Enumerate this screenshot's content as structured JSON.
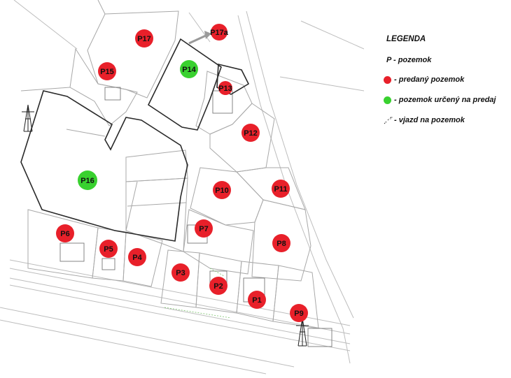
{
  "legend": {
    "title": "LEGENDA",
    "subtitle": "P - pozemok",
    "items": [
      {
        "label": "- predaný pozemok",
        "color": "#e8202a"
      },
      {
        "label": "- pozemok určený na predaj",
        "color": "#39d12f"
      },
      {
        "label": "- vjazd na pozemok",
        "icon": "access-arrow-icon"
      }
    ]
  },
  "colors": {
    "sold": "#e8202a",
    "for_sale": "#39d12f",
    "boundary": "#2a2a2a"
  },
  "parcels": [
    {
      "id": "P17",
      "status": "sold"
    },
    {
      "id": "P17a",
      "status": "sold"
    },
    {
      "id": "P15",
      "status": "sold"
    },
    {
      "id": "P14",
      "status": "for_sale"
    },
    {
      "id": "P13",
      "status": "sold"
    },
    {
      "id": "P12",
      "status": "sold"
    },
    {
      "id": "P16",
      "status": "for_sale"
    },
    {
      "id": "P10",
      "status": "sold"
    },
    {
      "id": "P11",
      "status": "sold"
    },
    {
      "id": "P7",
      "status": "sold"
    },
    {
      "id": "P8",
      "status": "sold"
    },
    {
      "id": "P6",
      "status": "sold"
    },
    {
      "id": "P5",
      "status": "sold"
    },
    {
      "id": "P4",
      "status": "sold"
    },
    {
      "id": "P3",
      "status": "sold"
    },
    {
      "id": "P2",
      "status": "sold"
    },
    {
      "id": "P1",
      "status": "sold"
    },
    {
      "id": "P9",
      "status": "sold"
    }
  ]
}
